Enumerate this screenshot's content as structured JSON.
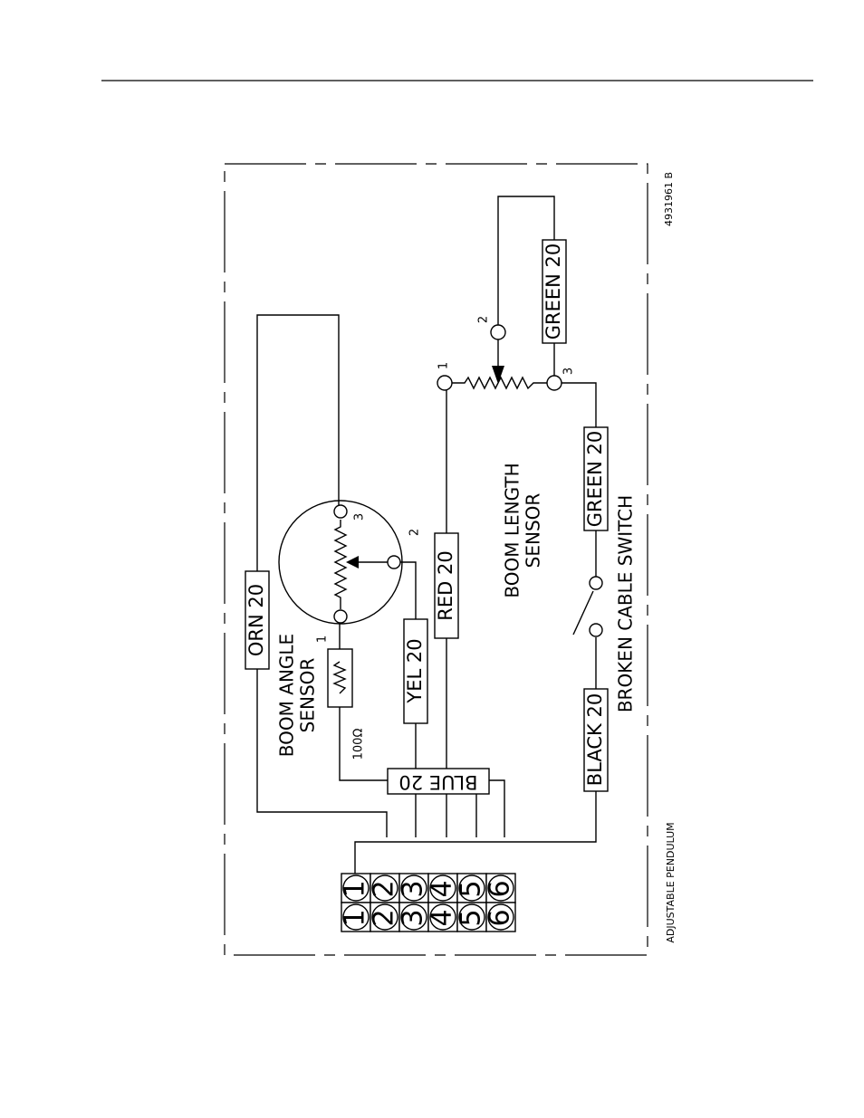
{
  "drawing_number": "4931961 B",
  "frame_label": "ADJUSTABLE PENDULUM",
  "wires": {
    "orn": "ORN 20",
    "yel": "YEL 20",
    "red": "RED 20",
    "blue": "BLUE 20",
    "black": "BLACK 20",
    "green_switch": "GREEN 20",
    "green_top": "GREEN 20"
  },
  "boom_angle_sensor": {
    "label_line1": "BOOM ANGLE",
    "label_line2": "SENSOR",
    "resistor": "100Ω",
    "pin1": "1",
    "pin2": "2",
    "pin3": "3"
  },
  "boom_length_sensor": {
    "label_line1": "BOOM LENGTH",
    "label_line2": "SENSOR",
    "pin1": "1",
    "pin2": "2",
    "pin3": "3"
  },
  "broken_cable_switch": "BROKEN CABLE SWITCH",
  "connector": {
    "inner": [
      "1",
      "2",
      "3",
      "4",
      "5",
      "6"
    ],
    "outer": [
      "1",
      "2",
      "3",
      "4",
      "5",
      "6"
    ]
  }
}
